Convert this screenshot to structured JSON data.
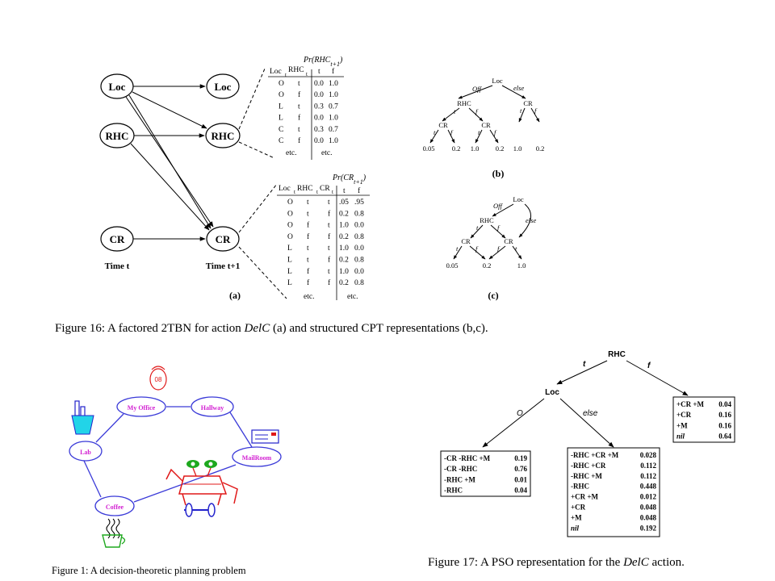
{
  "fig16": {
    "nodes": {
      "loc": "Loc",
      "rhc": "RHC",
      "cr": "CR"
    },
    "time_t": "Time t",
    "time_t1": "Time t+1",
    "label_a": "(a)",
    "label_b": "(b)",
    "label_c": "(c)",
    "rhc_table": {
      "title": "Pr(RHC",
      "title_sub": "t+1",
      "title_close": ")",
      "h_loc": "Loc",
      "h_rhc": "RHC",
      "h_t": "t",
      "h_f": "f",
      "rows": [
        [
          "O",
          "t",
          "0.0",
          "1.0"
        ],
        [
          "O",
          "f",
          "0.0",
          "1.0"
        ],
        [
          "L",
          "t",
          "0.3",
          "0.7"
        ],
        [
          "L",
          "f",
          "0.0",
          "1.0"
        ],
        [
          "C",
          "t",
          "0.3",
          "0.7"
        ],
        [
          "C",
          "f",
          "0.0",
          "1.0"
        ]
      ],
      "etc": "etc."
    },
    "cr_table": {
      "title": "Pr(CR",
      "title_sub": "t+1",
      "title_close": ")",
      "h_loc": "Loc",
      "h_rhc": "RHC",
      "h_cr": "CR",
      "h_t": "t",
      "h_f": "f",
      "rows": [
        [
          "O",
          "t",
          "t",
          ".05",
          ".95"
        ],
        [
          "O",
          "t",
          "f",
          "0.2",
          "0.8"
        ],
        [
          "O",
          "f",
          "t",
          "1.0",
          "0.0"
        ],
        [
          "O",
          "f",
          "f",
          "0.2",
          "0.8"
        ],
        [
          "L",
          "t",
          "t",
          "1.0",
          "0.0"
        ],
        [
          "L",
          "t",
          "f",
          "0.2",
          "0.8"
        ],
        [
          "L",
          "f",
          "t",
          "1.0",
          "0.0"
        ],
        [
          "L",
          "f",
          "f",
          "0.2",
          "0.8"
        ]
      ],
      "etc": "etc."
    },
    "tree_b": {
      "loc": "Loc",
      "off": "Off",
      "else": "else",
      "rhc": "RHC",
      "cr": "CR",
      "t": "t",
      "f": "f",
      "leaves": [
        "0.05",
        "0.2",
        "1.0",
        "0.2",
        "1.0",
        "0.2"
      ]
    },
    "tree_c": {
      "loc": "Loc",
      "off": "Off",
      "else": "else",
      "rhc": "RHC",
      "cr": "CR",
      "t": "t",
      "f": "f",
      "leaves": [
        "0.05",
        "0.2",
        "1.0"
      ]
    },
    "caption_pre": "Figure 16:  A factored 2TBN for action ",
    "caption_action": "DelC",
    "caption_post": " (a) and structured CPT representations (b,c)."
  },
  "fig1": {
    "rooms": [
      "My Office",
      "Hallway",
      "Lab",
      "MailRoom",
      "Coffee"
    ],
    "face_text": "08",
    "caption": "Figure 1:  A decision-theoretic planning problem"
  },
  "fig17": {
    "root": "RHC",
    "t": "t",
    "f": "f",
    "loc": "Loc",
    "o": "O",
    "else": "else",
    "box_left": [
      [
        "-CR -RHC +M",
        "0.19"
      ],
      [
        "-CR -RHC",
        "0.76"
      ],
      [
        "-RHC +M",
        "0.01"
      ],
      [
        "-RHC",
        "0.04"
      ]
    ],
    "box_mid": [
      [
        "-RHC +CR +M",
        "0.028"
      ],
      [
        "-RHC +CR",
        "0.112"
      ],
      [
        "-RHC +M",
        "0.112"
      ],
      [
        "-RHC",
        "0.448"
      ],
      [
        "+CR +M",
        "0.012"
      ],
      [
        "+CR",
        "0.048"
      ],
      [
        "+M",
        "0.048"
      ],
      [
        "nil",
        "0.192"
      ]
    ],
    "box_right": [
      [
        "+CR +M",
        "0.04"
      ],
      [
        "+CR",
        "0.16"
      ],
      [
        "+M",
        "0.16"
      ],
      [
        "nil",
        "0.64"
      ]
    ],
    "caption_pre": "Figure 17:  A PSO representation for the ",
    "caption_action": "DelC",
    "caption_post": " action."
  },
  "colors": {
    "graph_edge": "#3a3ad8",
    "room_text": "#d21fd2",
    "robot": "#e01818",
    "green": "#1ea81e",
    "blue_obj": "#2222cc"
  }
}
